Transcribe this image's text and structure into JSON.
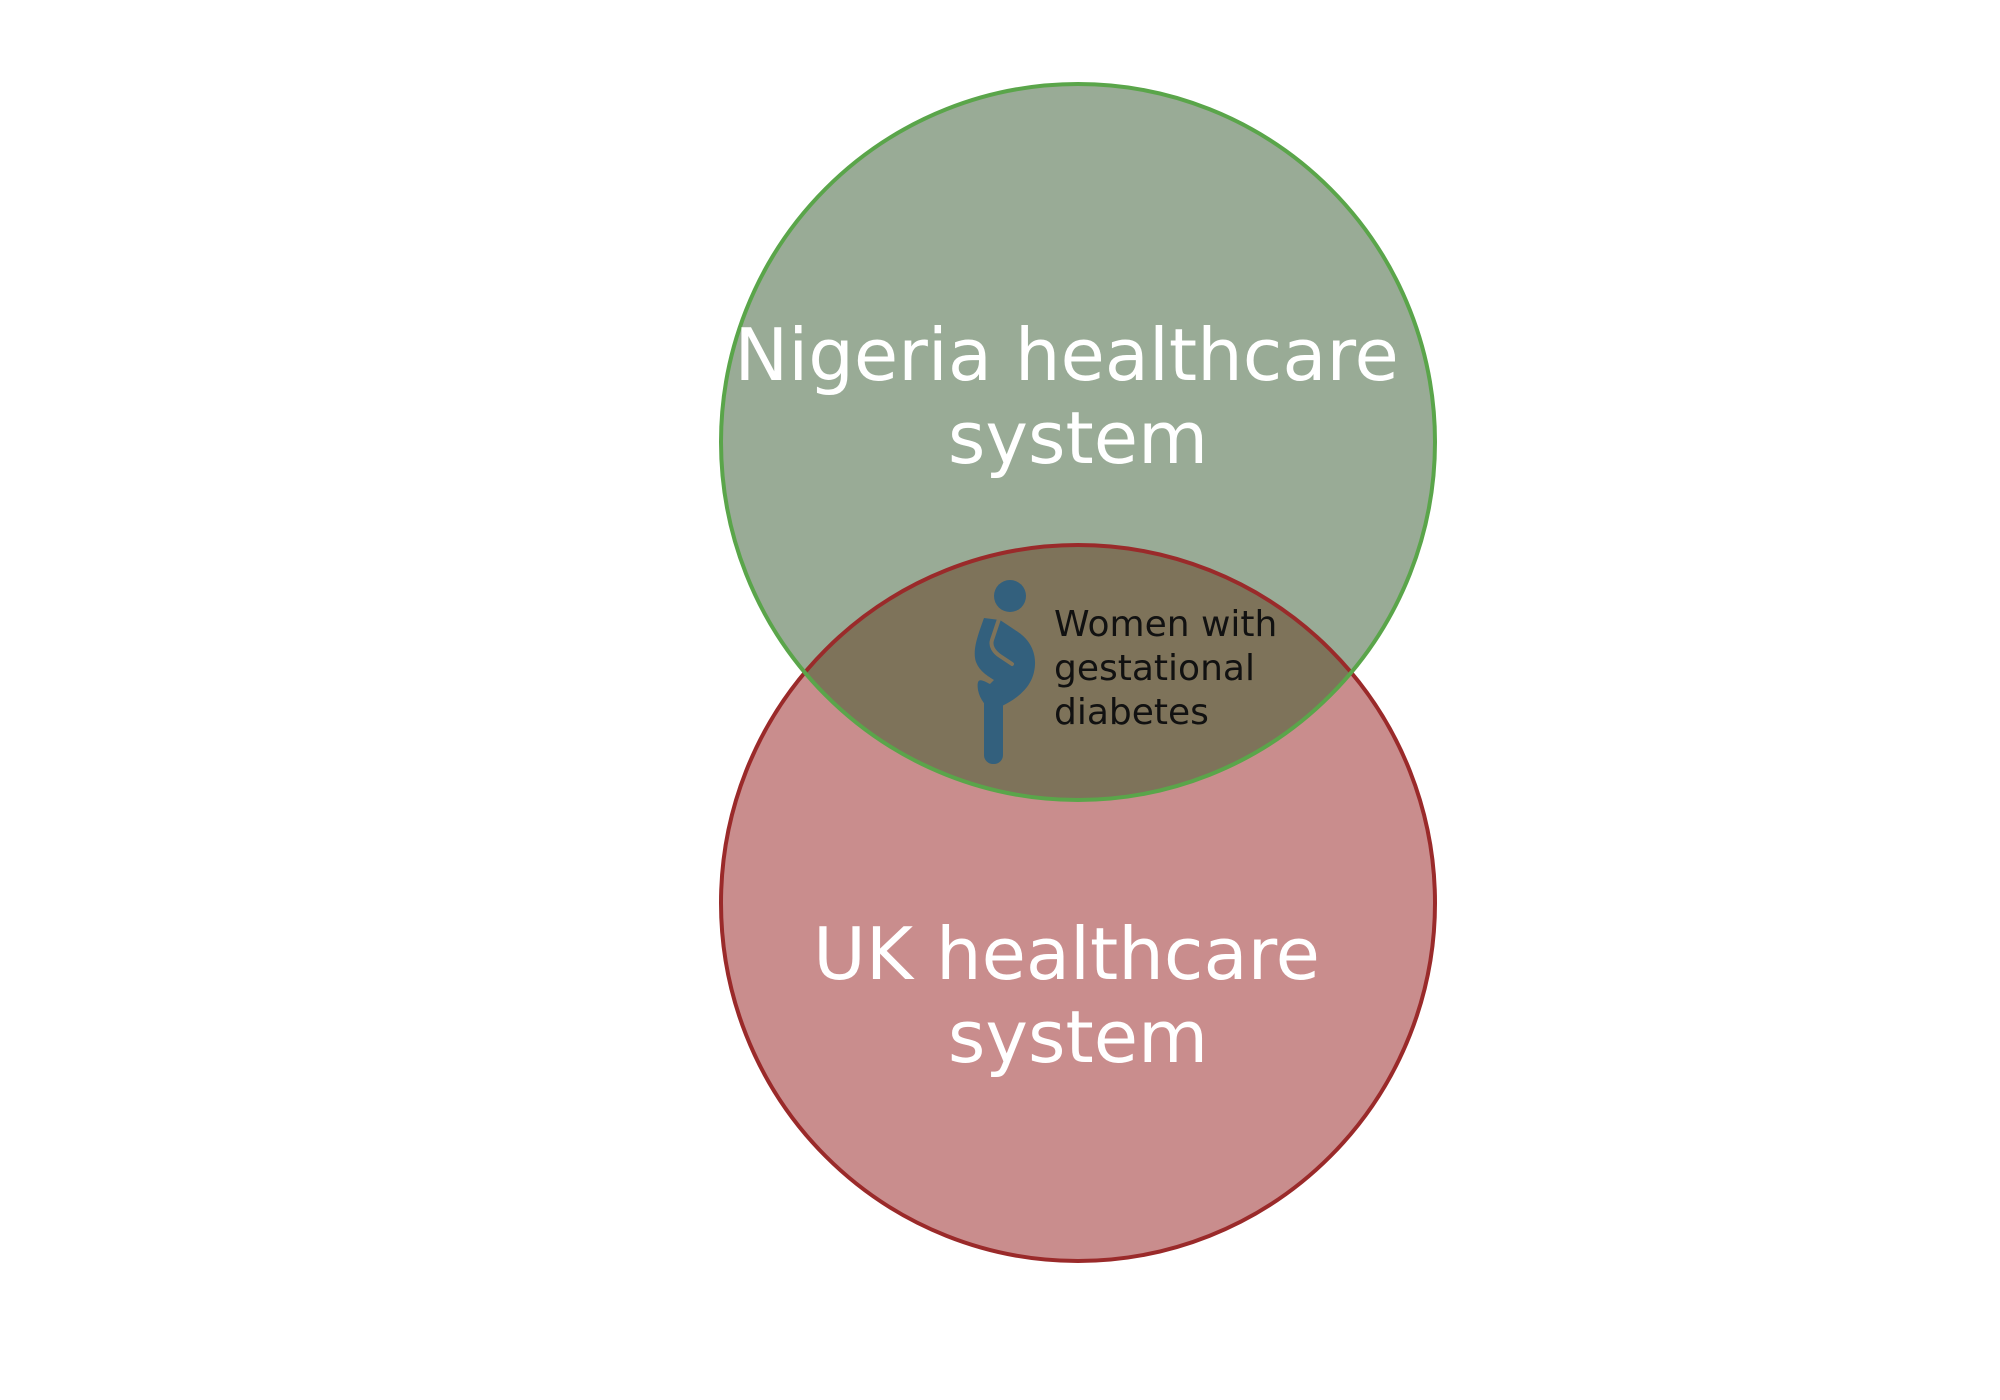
{
  "diagram": {
    "type": "venn",
    "sets": [
      {
        "label_line1": "Nigeria healthcare",
        "label_line2": "system",
        "fill_color": "#99ab96",
        "stroke_color": "#5aa54a"
      },
      {
        "label_line1": "UK healthcare",
        "label_line2": "system",
        "fill_color": "#c98d8d",
        "stroke_color": "#9a2a2a"
      }
    ],
    "intersection": {
      "label_line1": "Women with",
      "label_line2": "gestational",
      "label_line3": "diabetes",
      "fill_color": "#7e735a",
      "icon": "pregnant-woman-icon",
      "icon_color": "#33607d"
    }
  }
}
